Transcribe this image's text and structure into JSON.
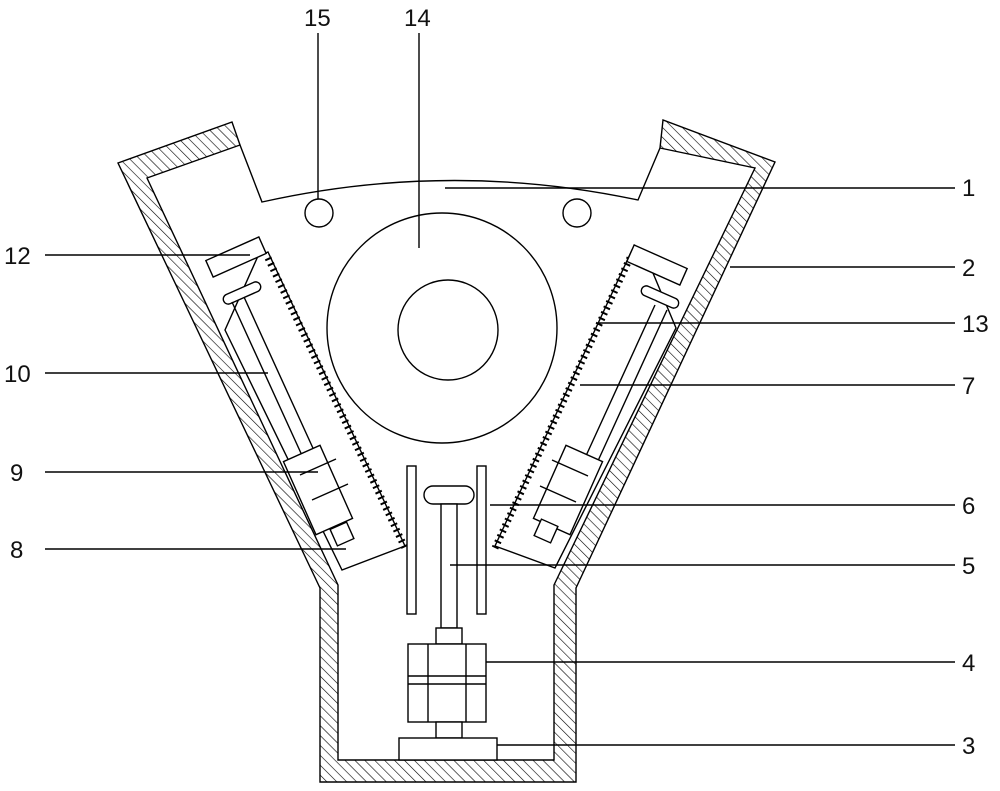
{
  "labels": {
    "n1": "1",
    "n2": "2",
    "n3": "3",
    "n4": "4",
    "n5": "5",
    "n6": "6",
    "n7": "7",
    "n8": "8",
    "n9": "9",
    "n10": "10",
    "n12": "12",
    "n13": "13",
    "n14": "14",
    "n15": "15"
  },
  "colors": {
    "stroke": "#000000",
    "background": "#ffffff"
  }
}
